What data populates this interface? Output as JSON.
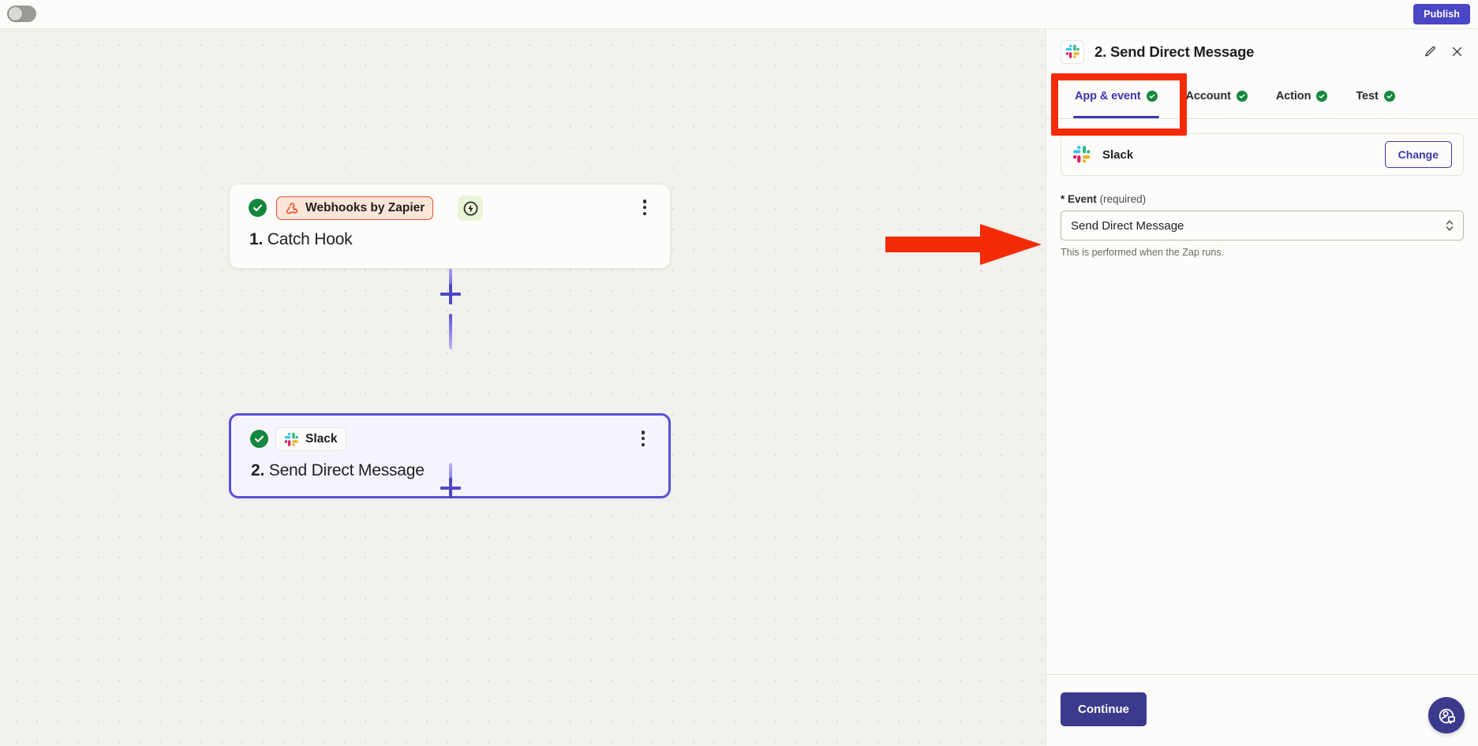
{
  "topbar": {
    "toggle_name": "zap-on-off-toggle",
    "toggle_state": "off",
    "publish_label": "Publish"
  },
  "canvas": {
    "nodes": [
      {
        "status": "success",
        "app_label": "Webhooks by Zapier",
        "badge": "instant-trigger-bolt",
        "step_number": "1.",
        "step_title": "Catch Hook",
        "selected": false
      },
      {
        "status": "success",
        "app_label": "Slack",
        "badge": "",
        "step_number": "2.",
        "step_title": "Send Direct Message",
        "selected": true
      }
    ],
    "add_step_label": "+"
  },
  "panel": {
    "app_icon": "slack-icon",
    "title": "2. Send Direct Message",
    "edit_icon": "pencil-icon",
    "close_icon": "close-icon",
    "tabs": [
      {
        "label": "App & event",
        "complete": true,
        "active": true
      },
      {
        "label": "Account",
        "complete": true,
        "active": false
      },
      {
        "label": "Action",
        "complete": true,
        "active": false
      },
      {
        "label": "Test",
        "complete": true,
        "active": false
      }
    ],
    "app_row": {
      "name": "Slack",
      "change_label": "Change"
    },
    "event_field": {
      "required_marker": "*",
      "label": "Event",
      "required_text": "(required)",
      "value": "Send Direct Message",
      "help_text": "This is performed when the Zap runs."
    },
    "footer": {
      "continue_label": "Continue",
      "help_icon": "support-chat-icon"
    }
  },
  "annotations": {
    "highlight_box": "red-rectangle-around-app-and-event-tab",
    "arrow": "red-arrow-pointing-to-event-dropdown"
  },
  "colors": {
    "brand_purple": "#4A46C6",
    "deep_indigo": "#3B3A8C",
    "tab_active": "#3B35AE",
    "success_green": "#14873F",
    "webhook_orange": "#E8512A",
    "annotation_red": "#F42B06",
    "canvas_bg": "#F2F1EE",
    "panel_bg": "#FDFCFA"
  }
}
